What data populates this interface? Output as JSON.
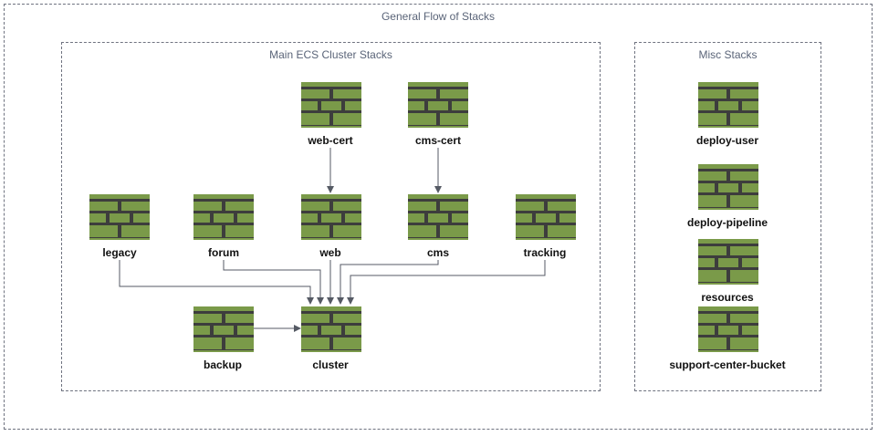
{
  "diagram": {
    "outer_title": "General Flow of Stacks",
    "main_title": "Main ECS Cluster Stacks",
    "misc_title": "Misc Stacks"
  },
  "stacks": {
    "web_cert": "web-cert",
    "cms_cert": "cms-cert",
    "legacy": "legacy",
    "forum": "forum",
    "web": "web",
    "cms": "cms",
    "tracking": "tracking",
    "backup": "backup",
    "cluster": "cluster",
    "deploy_user": "deploy-user",
    "deploy_pipeline": "deploy-pipeline",
    "resources": "resources",
    "support_center_bucket": "support-center-bucket"
  },
  "edges": [
    {
      "from": "web-cert",
      "to": "web"
    },
    {
      "from": "cms-cert",
      "to": "cms"
    },
    {
      "from": "legacy",
      "to": "cluster"
    },
    {
      "from": "forum",
      "to": "cluster"
    },
    {
      "from": "web",
      "to": "cluster"
    },
    {
      "from": "cms",
      "to": "cluster"
    },
    {
      "from": "tracking",
      "to": "cluster"
    },
    {
      "from": "backup",
      "to": "cluster"
    }
  ],
  "colors": {
    "brick": "#7a9a49",
    "mortar": "#3d3d3d",
    "edge": "#555a64",
    "border": "#6f7380",
    "title": "#5a6478"
  },
  "icon": "firewall-icon"
}
